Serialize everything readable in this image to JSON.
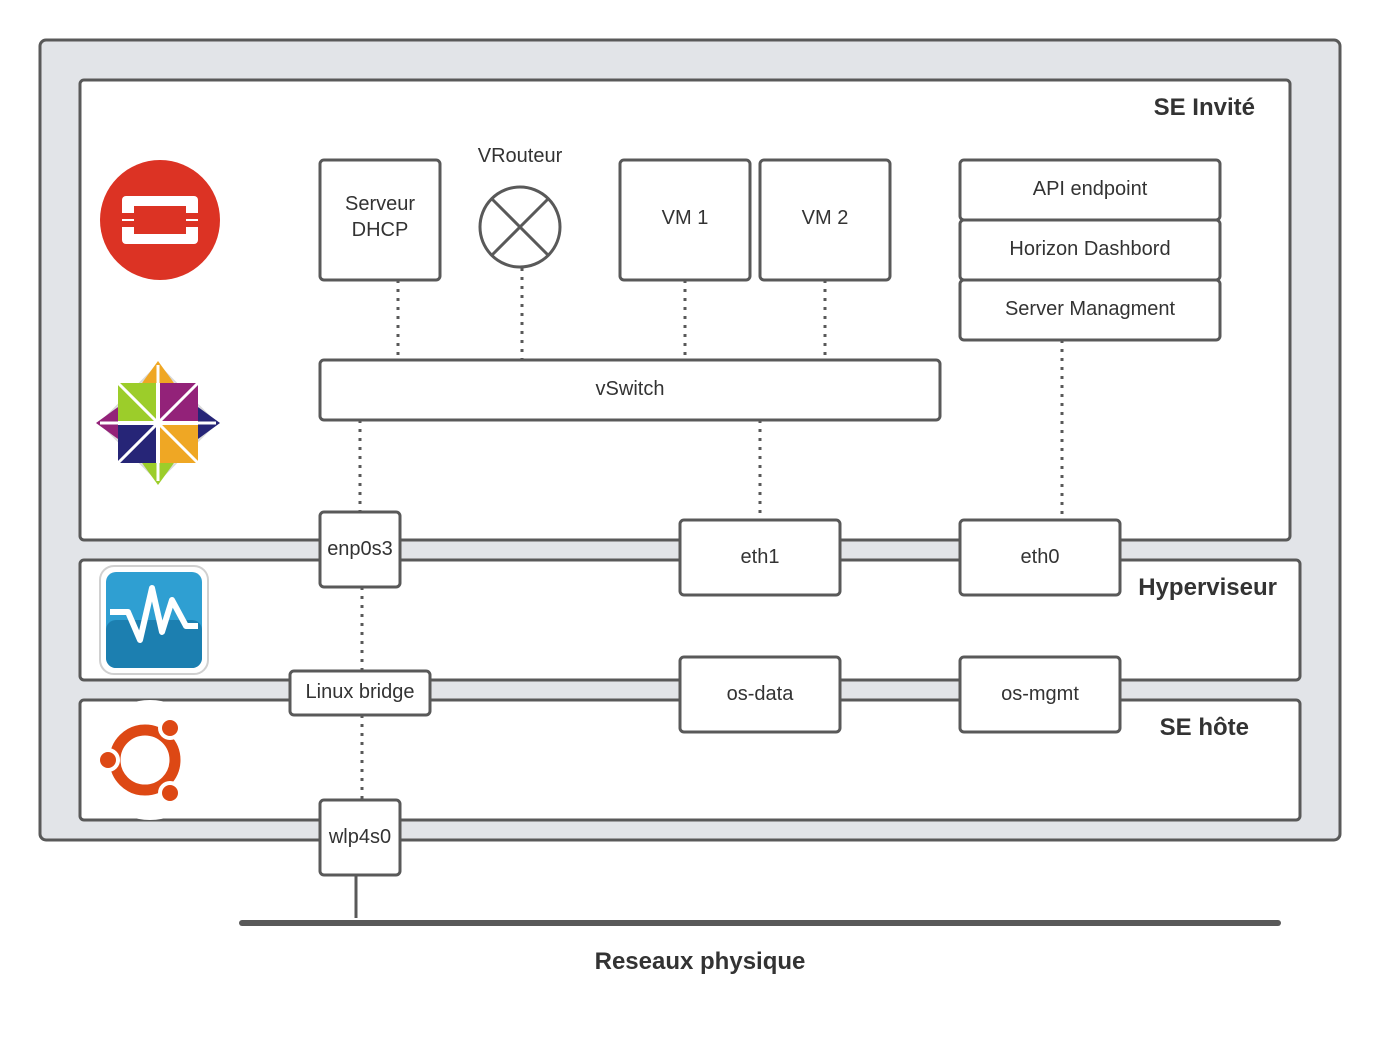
{
  "layers": {
    "guest_title": "SE Invité",
    "hypervisor_title": "Hyperviseur",
    "host_title": "SE hôte"
  },
  "guest": {
    "dhcp_line1": "Serveur",
    "dhcp_line2": "DHCP",
    "vrouter": "VRouteur",
    "vm1": "VM 1",
    "vm2": "VM 2",
    "api": "API endpoint",
    "horizon": "Horizon Dashbord",
    "server_mgmt": "Server Managment",
    "vswitch": "vSwitch"
  },
  "interfaces": {
    "enp0s3": "enp0s3",
    "eth1": "eth1",
    "eth0": "eth0",
    "linux_bridge": "Linux bridge",
    "os_data": "os-data",
    "os_mgmt": "os-mgmt",
    "wlp4s0": "wlp4s0"
  },
  "network": {
    "label": "Reseaux physique"
  },
  "icons": {
    "openstack": "openstack-logo-icon",
    "centos": "centos-logo-icon",
    "virtualbox": "virtualbox-logo-icon",
    "ubuntu": "ubuntu-logo-icon"
  },
  "colors": {
    "frame": "#e2e4e8",
    "stroke": "#595959",
    "openstack_red": "#dc3324",
    "ubuntu_orange": "#dd4814"
  }
}
